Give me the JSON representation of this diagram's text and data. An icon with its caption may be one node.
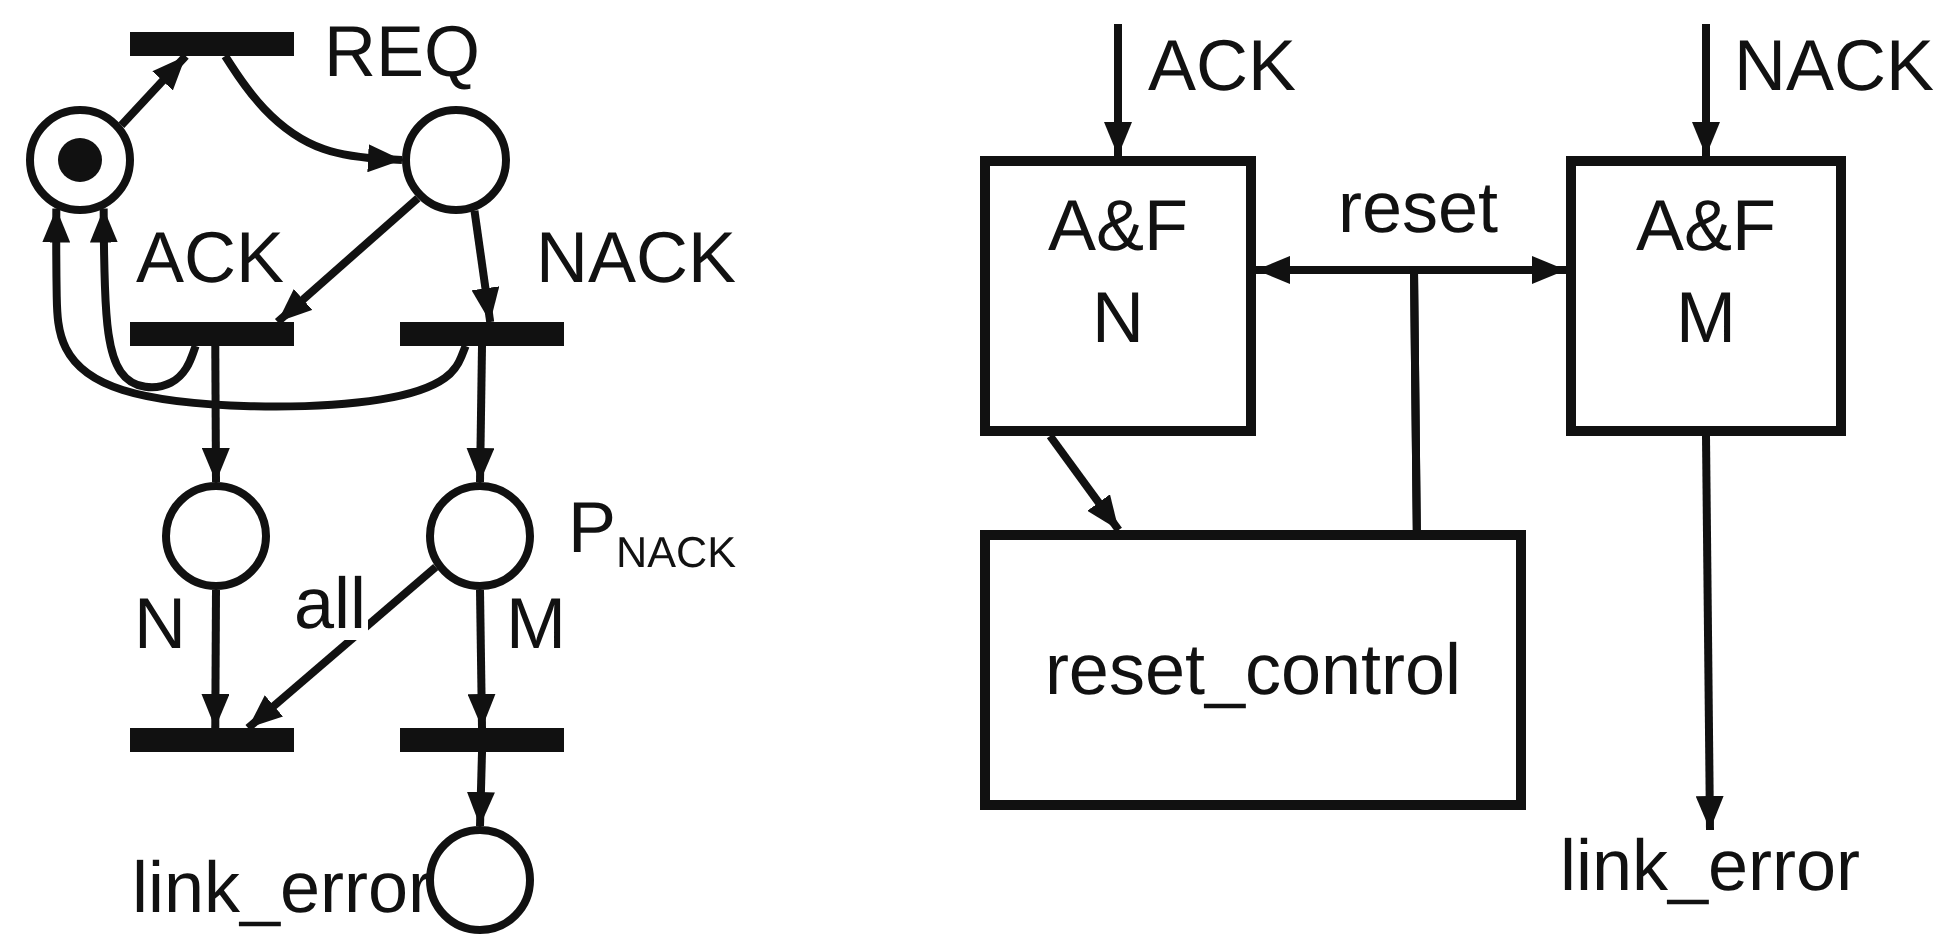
{
  "diagram": {
    "nodes": [
      {
        "text": [],
        "shape": "bar",
        "beside": [
          "REQ"
        ]
      },
      {
        "text": [],
        "shape": "circle"
      },
      {
        "text": [],
        "shape": "circle"
      },
      {
        "text": [],
        "shape": "bar",
        "beside": [
          "ACK"
        ]
      },
      {
        "text": [],
        "shape": "bar",
        "beside": [
          "NACK"
        ]
      },
      {
        "text": [],
        "shape": "circle"
      },
      {
        "text": [],
        "shape": "circle",
        "beside": [
          "P$_{NACK}$"
        ]
      },
      {
        "text": [],
        "shape": "bar"
      },
      {
        "text": [],
        "shape": "bar"
      },
      {
        "text": [],
        "shape": "circle",
        "beside": [
          "link_error"
        ]
      },
      {
        "text": [
          "A&F",
          "N"
        ]
      },
      {
        "text": [
          "A&F",
          "M"
        ]
      },
      {
        "text": [
          "reset_control"
        ]
      },
      {
        "text": [
          "link_error"
        ]
      }
    ],
    "edges": [
      {
        "from": 1,
        "to": 0,
        "arrow": "to"
      },
      {
        "from": 0,
        "to": 2,
        "arrow": "to"
      },
      {
        "from": 2,
        "to": 3,
        "arrow": "to"
      },
      {
        "from": 2,
        "to": 4,
        "arrow": "to"
      },
      {
        "from": 3,
        "to": 1,
        "arrow": "to"
      },
      {
        "from": 4,
        "to": 1,
        "arrow": "to"
      },
      {
        "from": 3,
        "to": 5,
        "arrow": "to"
      },
      {
        "from": 4,
        "to": 6,
        "arrow": "to"
      },
      {
        "from": 5,
        "to": 7,
        "arrow": "to",
        "label": "N"
      },
      {
        "from": 6,
        "to": 7,
        "arrow": "to",
        "label": "all"
      },
      {
        "from": 6,
        "to": 8,
        "arrow": "to",
        "label": "M"
      },
      {
        "from": 8,
        "to": 9,
        "arrow": "to"
      },
      {
        "from": null,
        "to": 10,
        "arrow": "to",
        "label": "ACK"
      },
      {
        "from": null,
        "to": 11,
        "arrow": "to",
        "label": "NACK"
      },
      {
        "from": 10,
        "to": 12,
        "arrow": "to"
      },
      {
        "from": 12,
        "to": 10,
        "arrow": "to",
        "label": "reset"
      },
      {
        "from": 12,
        "to": 11,
        "arrow": "to"
      },
      {
        "from": 11,
        "to": 13,
        "arrow": "to"
      }
    ]
  }
}
